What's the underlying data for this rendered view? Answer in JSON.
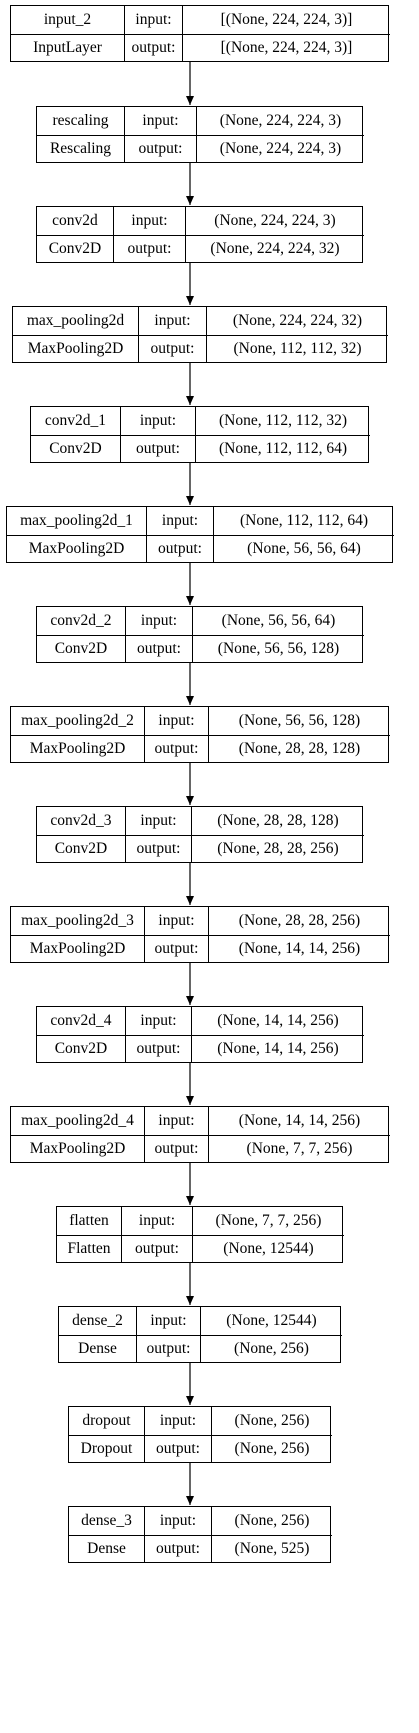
{
  "labels": {
    "input": "input:",
    "output": "output:"
  },
  "layers": [
    {
      "name": "input_2",
      "type": "InputLayer",
      "input": "[(None, 224, 224, 3)]",
      "output": "[(None, 224, 224, 3)]"
    },
    {
      "name": "rescaling",
      "type": "Rescaling",
      "input": "(None, 224, 224, 3)",
      "output": "(None, 224, 224, 3)"
    },
    {
      "name": "conv2d",
      "type": "Conv2D",
      "input": "(None, 224, 224, 3)",
      "output": "(None, 224, 224, 32)"
    },
    {
      "name": "max_pooling2d",
      "type": "MaxPooling2D",
      "input": "(None, 224, 224, 32)",
      "output": "(None, 112, 112, 32)"
    },
    {
      "name": "conv2d_1",
      "type": "Conv2D",
      "input": "(None, 112, 112, 32)",
      "output": "(None, 112, 112, 64)"
    },
    {
      "name": "max_pooling2d_1",
      "type": "MaxPooling2D",
      "input": "(None, 112, 112, 64)",
      "output": "(None, 56, 56, 64)"
    },
    {
      "name": "conv2d_2",
      "type": "Conv2D",
      "input": "(None, 56, 56, 64)",
      "output": "(None, 56, 56, 128)"
    },
    {
      "name": "max_pooling2d_2",
      "type": "MaxPooling2D",
      "input": "(None, 56, 56, 128)",
      "output": "(None, 28, 28, 128)"
    },
    {
      "name": "conv2d_3",
      "type": "Conv2D",
      "input": "(None, 28, 28, 128)",
      "output": "(None, 28, 28, 256)"
    },
    {
      "name": "max_pooling2d_3",
      "type": "MaxPooling2D",
      "input": "(None, 28, 28, 256)",
      "output": "(None, 14, 14, 256)"
    },
    {
      "name": "conv2d_4",
      "type": "Conv2D",
      "input": "(None, 14, 14, 256)",
      "output": "(None, 14, 14, 256)"
    },
    {
      "name": "max_pooling2d_4",
      "type": "MaxPooling2D",
      "input": "(None, 14, 14, 256)",
      "output": "(None, 7, 7, 256)"
    },
    {
      "name": "flatten",
      "type": "Flatten",
      "input": "(None, 7, 7, 256)",
      "output": "(None, 12544)"
    },
    {
      "name": "dense_2",
      "type": "Dense",
      "input": "(None, 12544)",
      "output": "(None, 256)"
    },
    {
      "name": "dropout",
      "type": "Dropout",
      "input": "(None, 256)",
      "output": "(None, 256)"
    },
    {
      "name": "dense_3",
      "type": "Dense",
      "input": "(None, 256)",
      "output": "(None, 525)"
    }
  ]
}
